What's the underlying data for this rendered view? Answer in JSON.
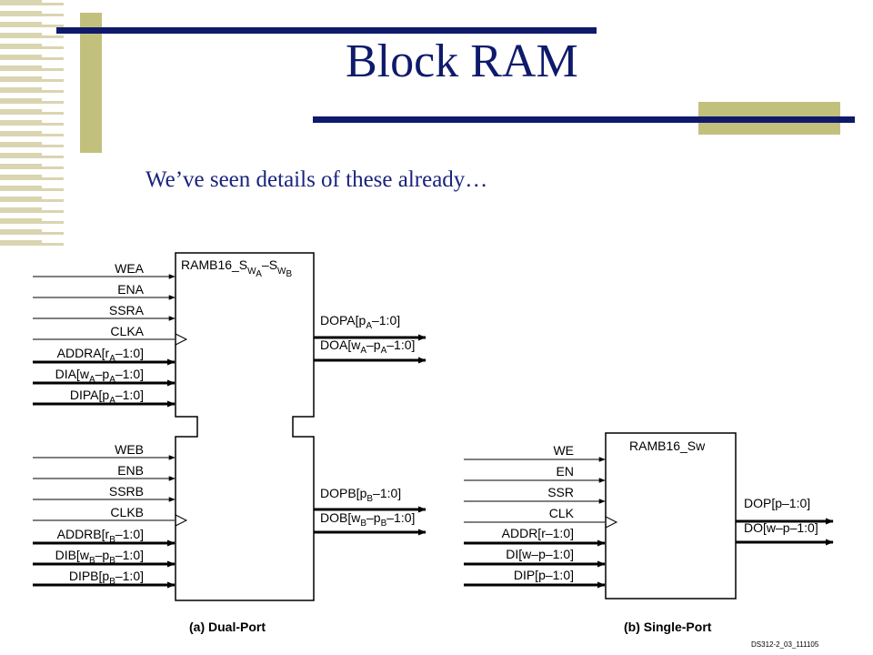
{
  "slide": {
    "title": "Block RAM",
    "subtitle": "We’ve seen details of these already…"
  },
  "dual_port": {
    "block_name": "RAMB16_S",
    "name_sub_a": "W",
    "name_subsub_a": "A",
    "name_mid": "–S",
    "name_sub_b": "W",
    "name_subsub_b": "B",
    "port_a_inputs": [
      "WEA",
      "ENA",
      "SSRA",
      "CLKA"
    ],
    "addra": {
      "main": "ADDRA[r",
      "sub": "A",
      "rest": "–1:0]"
    },
    "dia": {
      "a": "DIA[w",
      "sa": "A",
      "b": "–p",
      "sb": "A",
      "c": "–1:0]"
    },
    "dipa": {
      "main": "DIPA[p",
      "sub": "A",
      "rest": "–1:0]"
    },
    "dopa": {
      "main": "DOPA[p",
      "sub": "A",
      "rest": "–1:0]"
    },
    "doa": {
      "a": "DOA[w",
      "sa": "A",
      "b": "–p",
      "sb": "A",
      "c": "–1:0]"
    },
    "port_b_inputs": [
      "WEB",
      "ENB",
      "SSRB",
      "CLKB"
    ],
    "addrb": {
      "main": "ADDRB[r",
      "sub": "B",
      "rest": "–1:0]"
    },
    "dib": {
      "a": "DIB[w",
      "sa": "B",
      "b": "–p",
      "sb": "B",
      "c": "–1:0]"
    },
    "dipb": {
      "main": "DIPB[p",
      "sub": "B",
      "rest": "–1:0]"
    },
    "dopb": {
      "main": "DOPB[p",
      "sub": "B",
      "rest": "–1:0]"
    },
    "dob": {
      "a": "DOB[w",
      "sa": "B",
      "b": "–p",
      "sb": "B",
      "c": "–1:0]"
    },
    "caption": "(a) Dual-Port"
  },
  "single_port": {
    "block_name": "RAMB16_Sw",
    "inputs": [
      "WE",
      "EN",
      "SSR",
      "CLK"
    ],
    "bus_inputs": [
      "ADDR[r–1:0]",
      "DI[w–p–1:0]",
      "DIP[p–1:0]"
    ],
    "outputs": [
      "DOP[p–1:0]",
      "DO[w–p–1:0]"
    ],
    "caption": "(b) Single-Port"
  },
  "figure_id": "DS312-2_03_111105"
}
